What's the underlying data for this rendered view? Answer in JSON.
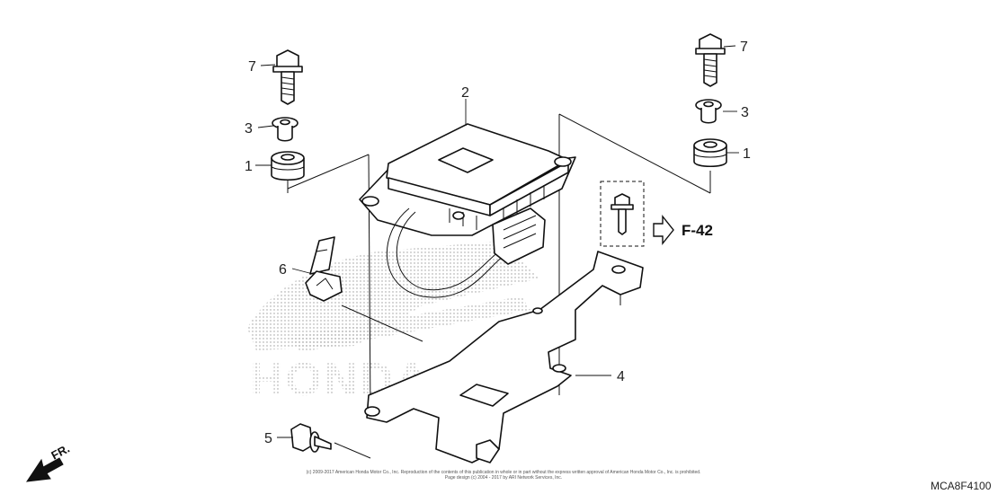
{
  "labels": {
    "grommet_left": "1",
    "grommet_right": "1",
    "control_unit": "2",
    "collar_left": "3",
    "collar_right": "3",
    "stay": "4",
    "flange_bolt": "5",
    "clip": "6",
    "bolt_left": "7",
    "bolt_right": "7"
  },
  "reference": "F-42",
  "front_mark": "FR.",
  "diagram_code": "MCA8F4100",
  "copyright_line1": "(c) 2009-2017 American Honda Motor Co., Inc. Reproduction of the contents of this publication in whole or in part without the express written approval of American Honda Motor Co., Inc. is prohibited.",
  "copyright_line2": "Page design (c) 2004 - 2017 by ARI Network Services, Inc.",
  "watermark": "HONDA"
}
